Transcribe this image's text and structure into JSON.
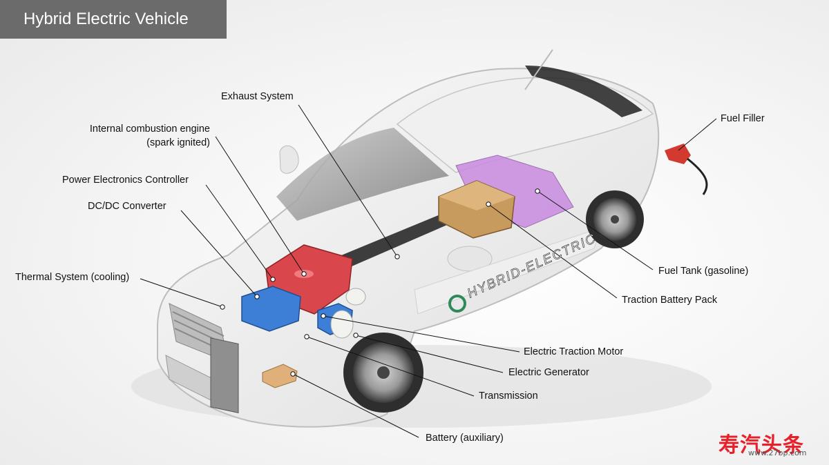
{
  "title": "Hybrid Electric Vehicle",
  "car_text": "HYBRID-ELECTRIC",
  "labels": {
    "exhaust": "Exhaust System",
    "ice_line1": "Internal combustion engine",
    "ice_line2": "(spark ignited)",
    "pec": "Power Electronics Controller",
    "dcdc": "DC/DC Converter",
    "thermal": "Thermal System (cooling)",
    "fuel_filler": "Fuel Filler",
    "fuel_tank": "Fuel Tank (gasoline)",
    "traction_battery": "Traction Battery Pack",
    "traction_motor": "Electric Traction Motor",
    "generator": "Electric Generator",
    "transmission": "Transmission",
    "aux_battery": "Battery (auxiliary)"
  },
  "watermark": {
    "logo_text": "寿汽头条",
    "url": "www.27bp.com"
  },
  "colors": {
    "title_bg": "#6b6b6b",
    "engine": "#d9464b",
    "converter": "#3d7fd6",
    "fuel_tank": "#c98be0",
    "traction_battery": "#c79a5e",
    "watermark": "#e8202a"
  }
}
